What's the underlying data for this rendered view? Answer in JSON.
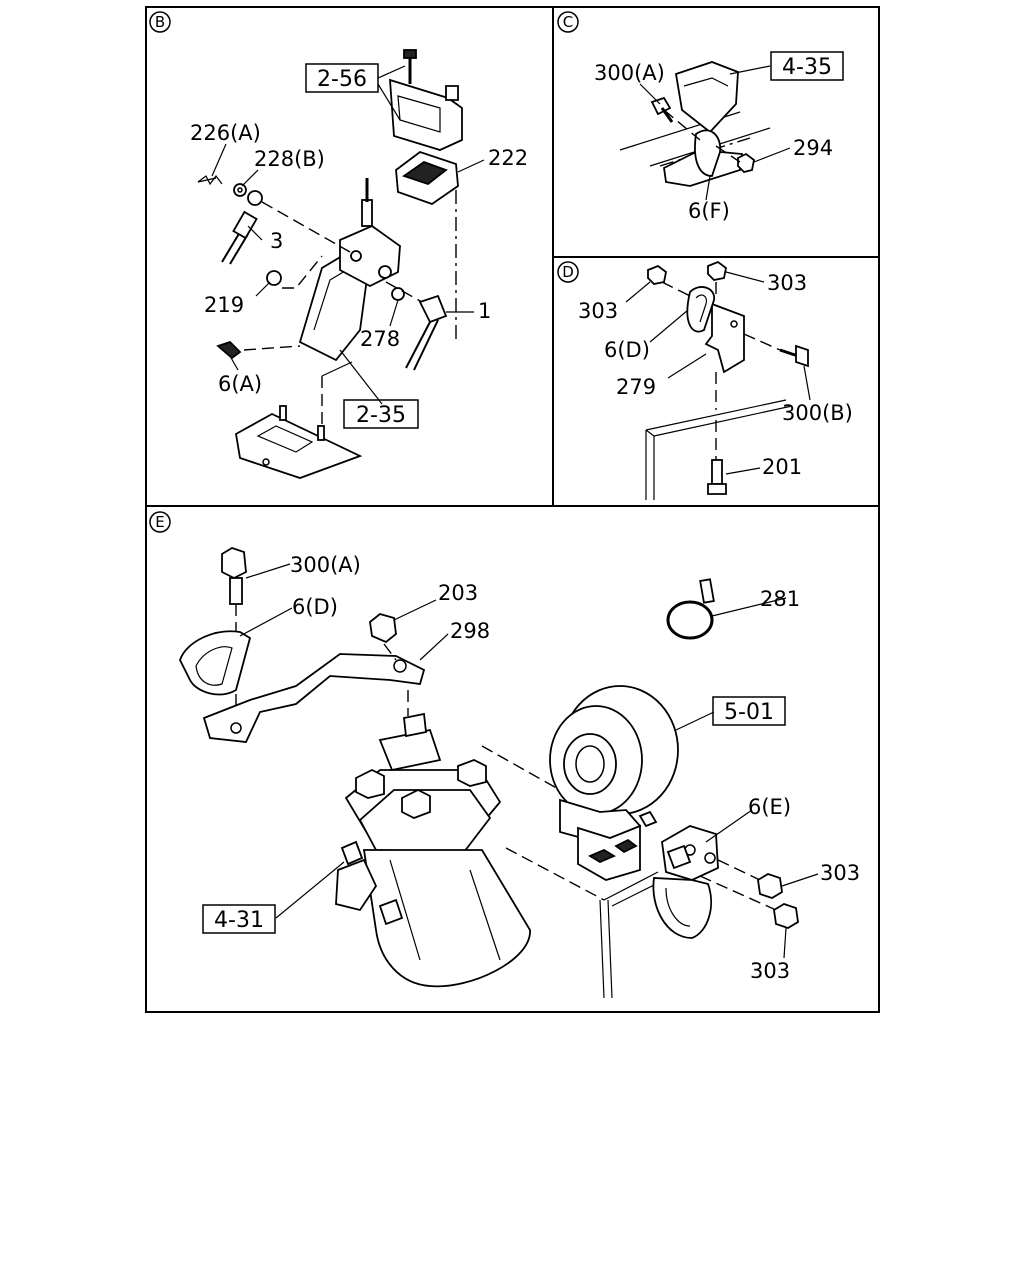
{
  "sections": {
    "B": {
      "marker": "B",
      "labels": [
        "226(A)",
        "228(B)",
        "3",
        "219",
        "6(A)",
        "278",
        "1",
        "222"
      ],
      "refs": [
        "2-56",
        "2-35"
      ]
    },
    "C": {
      "marker": "C",
      "labels": [
        "300(A)",
        "294",
        "6(F)"
      ],
      "refs": [
        "4-35"
      ]
    },
    "D": {
      "marker": "D",
      "labels": [
        "303",
        "303",
        "6(D)",
        "279",
        "300(B)",
        "201"
      ],
      "refs": []
    },
    "E": {
      "marker": "E",
      "labels": [
        "300(A)",
        "6(D)",
        "203",
        "298",
        "281",
        "6(E)",
        "303",
        "303"
      ],
      "refs": [
        "5-01",
        "4-31"
      ]
    }
  }
}
